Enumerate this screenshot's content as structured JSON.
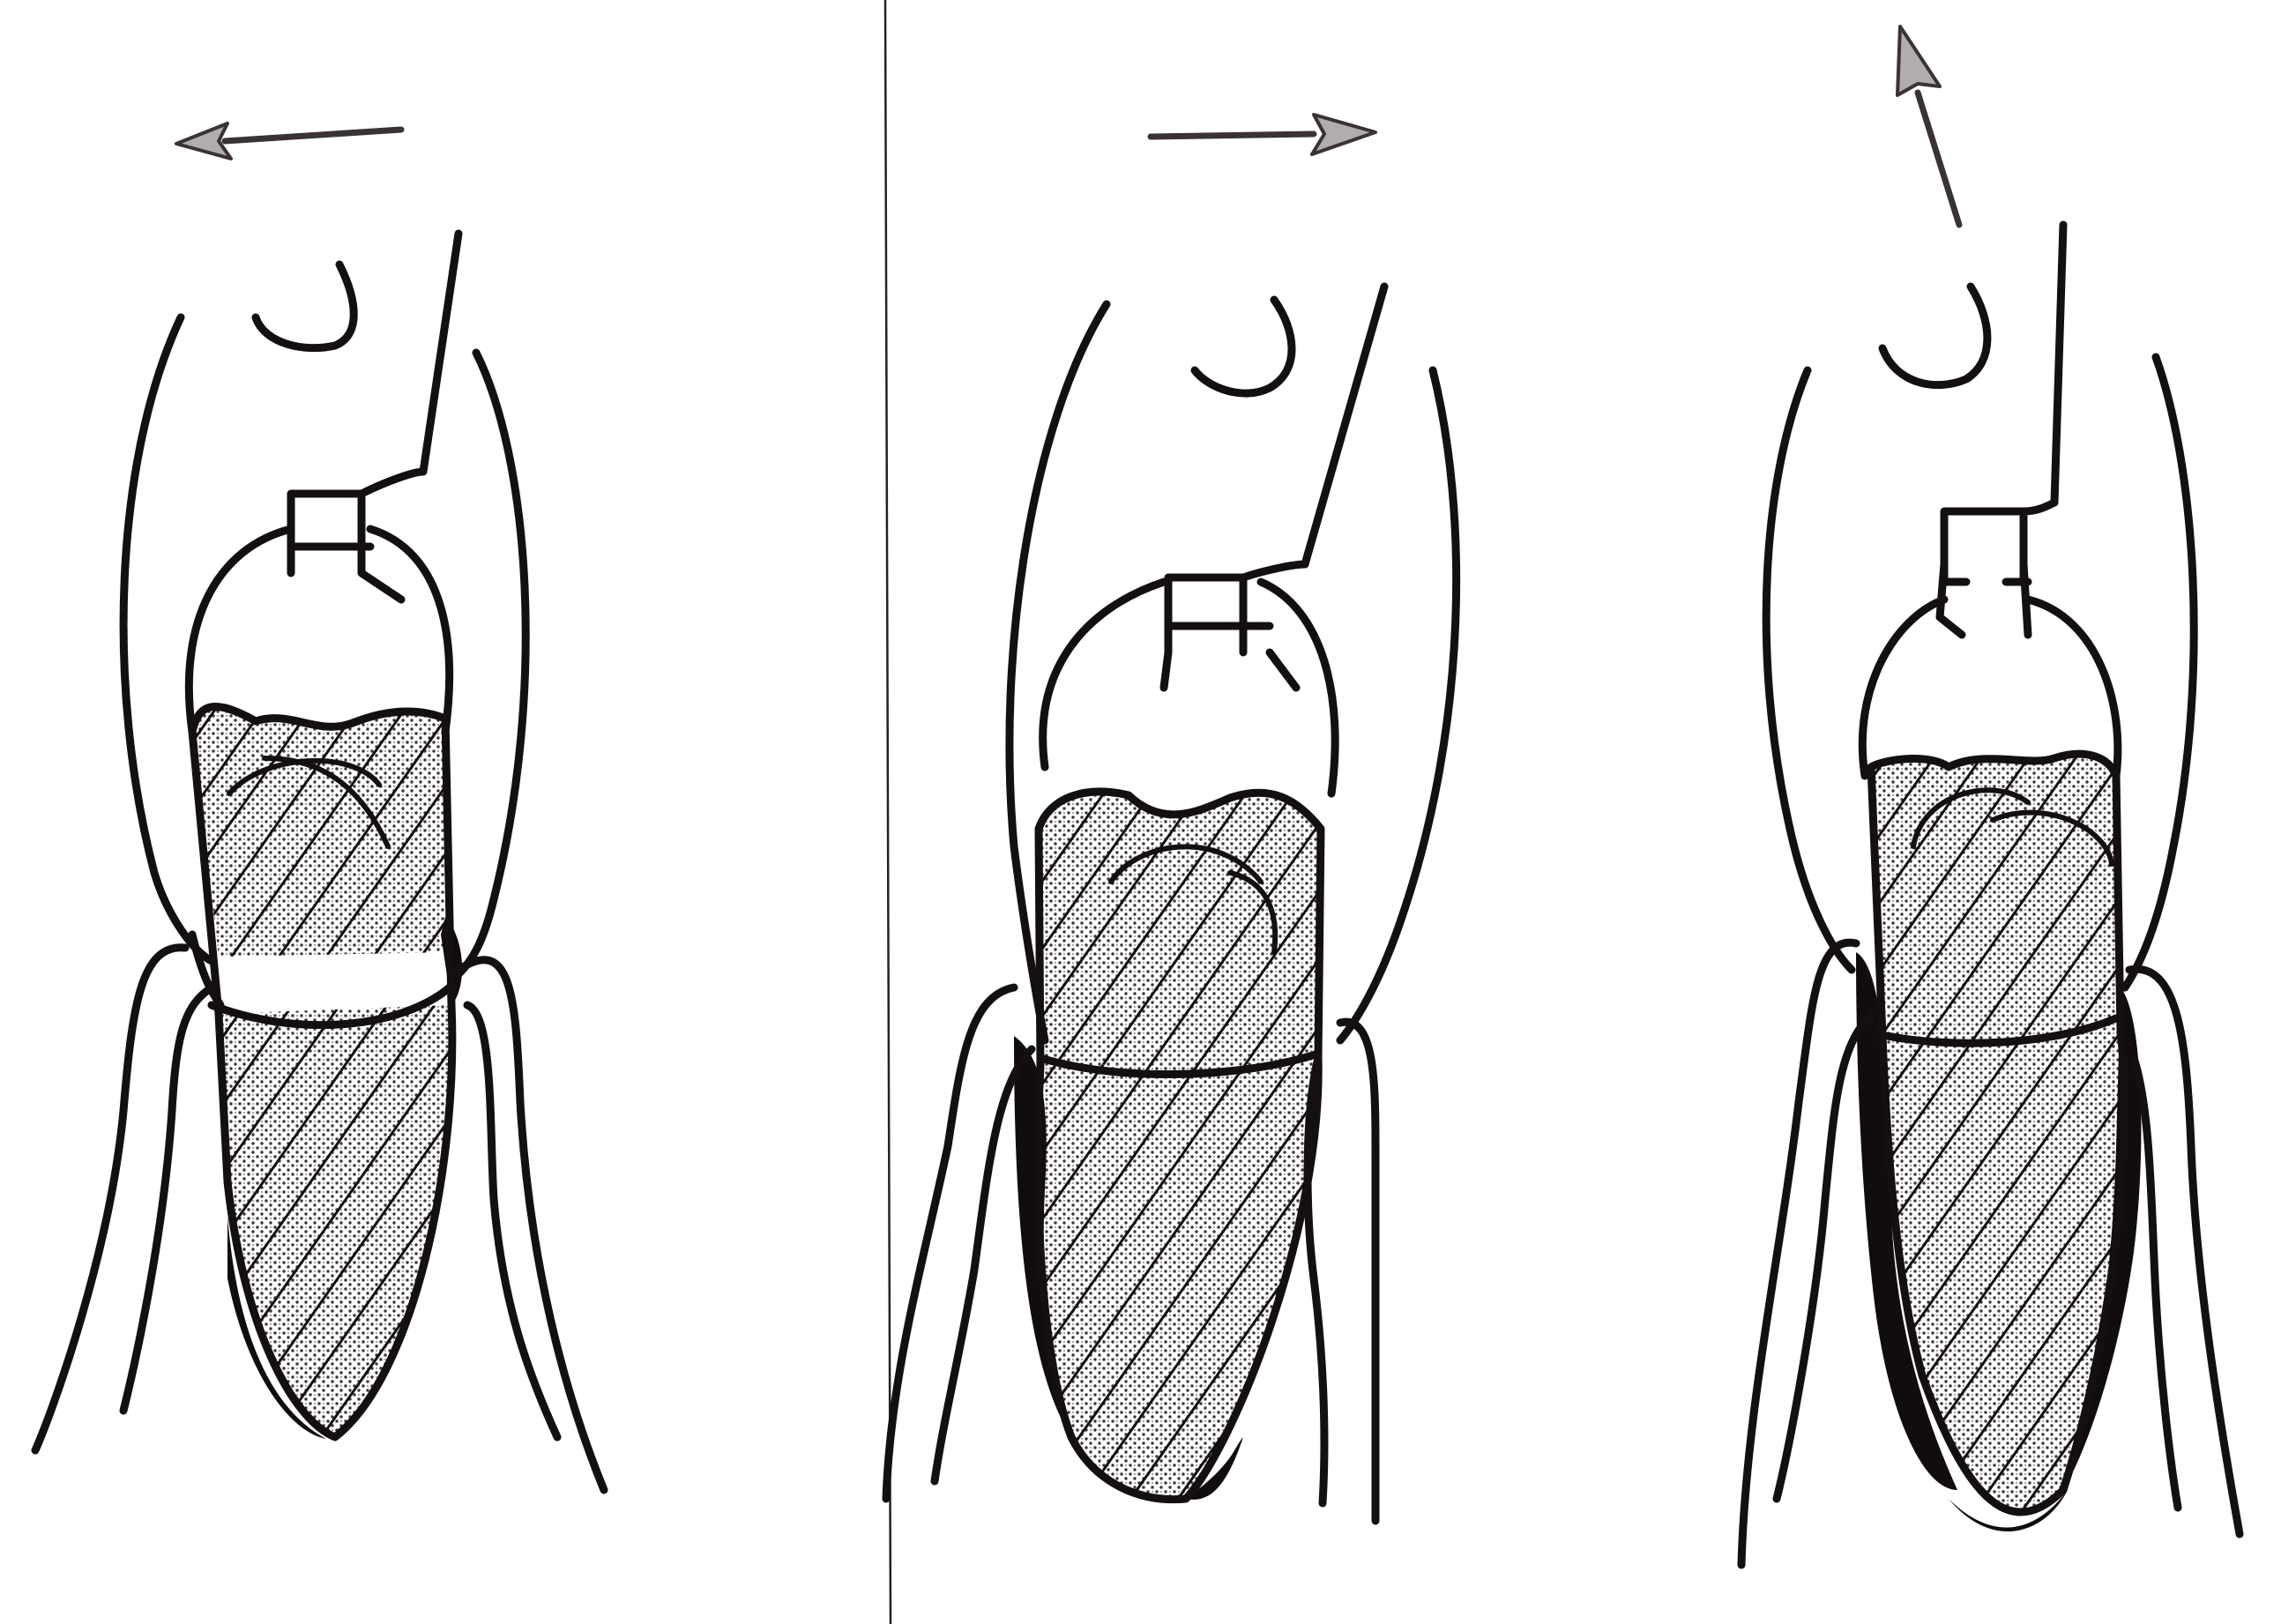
{
  "figure": {
    "panels": [
      {
        "id": "left",
        "movement": "buccal-left",
        "arrow_direction": "left",
        "dark_side": "left"
      },
      {
        "id": "middle",
        "movement": "lingual-right",
        "arrow_direction": "right",
        "dark_side": "left"
      },
      {
        "id": "right",
        "movement": "extraction-upward",
        "arrow_direction": "up-left",
        "dark_side": "both"
      }
    ],
    "colors": {
      "ink": "#141010",
      "bone_compression": "#120d0d",
      "arrow_fill": "#b3acac",
      "background": "#ffffff"
    },
    "icons": [
      "arrow-left-icon",
      "arrow-right-icon",
      "arrow-up-icon"
    ]
  }
}
